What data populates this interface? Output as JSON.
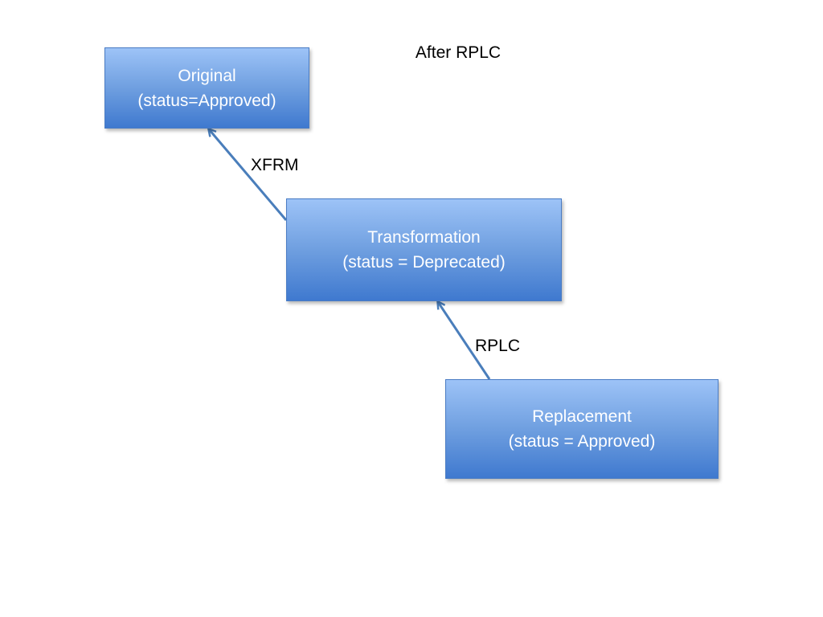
{
  "title": "After RPLC",
  "nodes": {
    "original": {
      "line1": "Original",
      "line2": "(status=Approved)"
    },
    "transformation": {
      "line1": "Transformation",
      "line2": "(status = Deprecated)"
    },
    "replacement": {
      "line1": "Replacement",
      "line2": "(status = Approved)"
    }
  },
  "edges": {
    "xfrm": {
      "label": "XFRM",
      "from": "transformation",
      "to": "original"
    },
    "rplc": {
      "label": "RPLC",
      "from": "replacement",
      "to": "transformation"
    }
  },
  "colors": {
    "box_top": "#9dc3f7",
    "box_bottom": "#3f79cf",
    "arrow": "#4a7ebb",
    "box_text": "#ffffff"
  }
}
